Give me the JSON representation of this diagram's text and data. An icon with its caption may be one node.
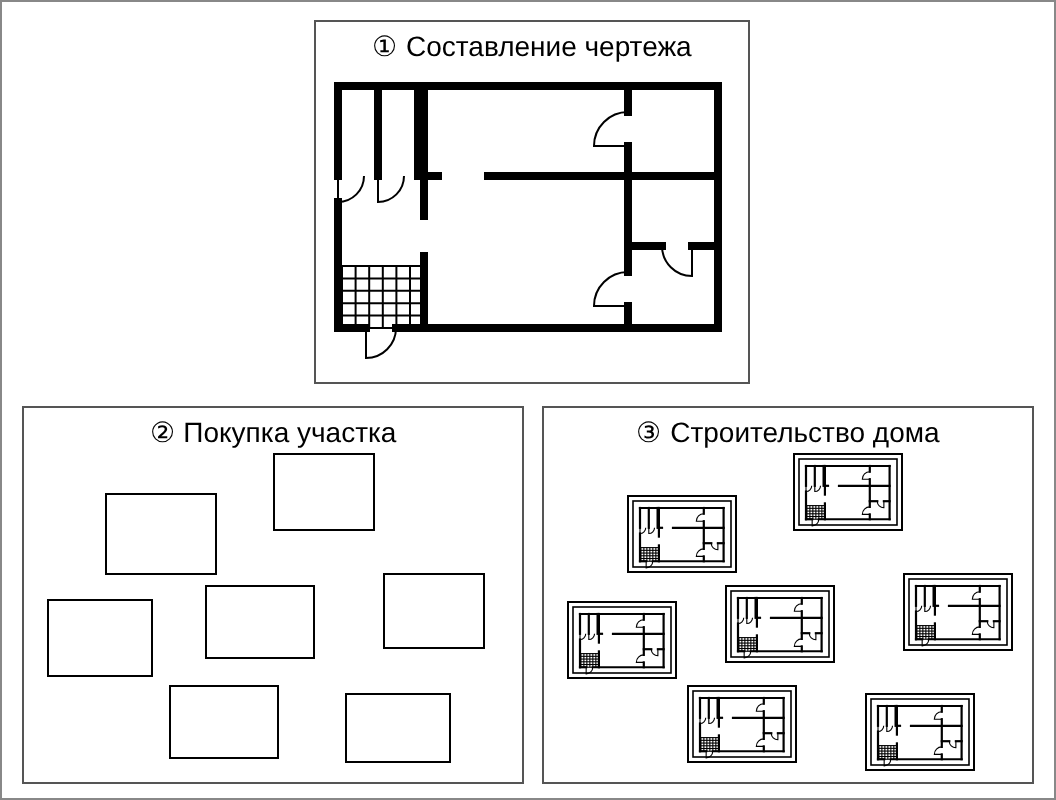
{
  "diagram": {
    "nodes": [
      {
        "text": [
          "① Составление чертежа"
        ]
      },
      {
        "text": [
          "② Покупка участка"
        ]
      },
      {
        "text": [
          "③ Строительство дома"
        ]
      }
    ]
  }
}
